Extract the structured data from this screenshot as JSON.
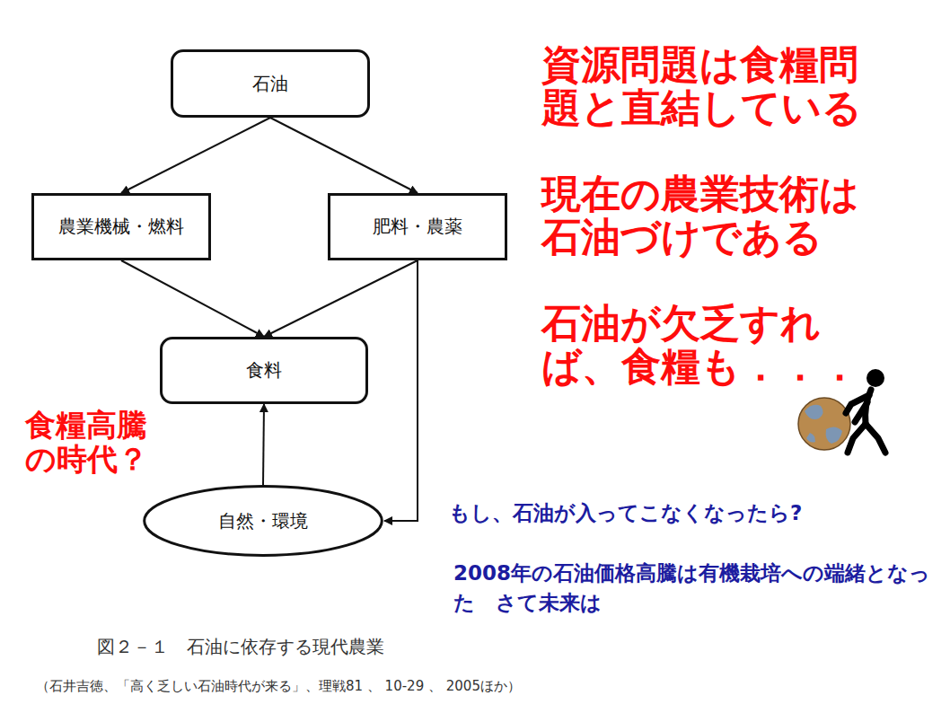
{
  "diagram": {
    "caption": "図２－１　石油に依存する現代農業",
    "nodes": [
      {
        "text": [
          "石油"
        ]
      },
      {
        "text": [
          "農業機械・燃料"
        ]
      },
      {
        "text": [
          "肥料・農薬"
        ]
      },
      {
        "text": [
          "食料"
        ]
      },
      {
        "text": [
          "自然・環境"
        ]
      }
    ],
    "edges": [
      {
        "from": 0,
        "to": 1,
        "arrow": "to"
      },
      {
        "from": 0,
        "to": 2,
        "arrow": "to"
      },
      {
        "from": 1,
        "to": 3,
        "arrow": "to"
      },
      {
        "from": 2,
        "to": 3,
        "arrow": "to"
      },
      {
        "from": 2,
        "to": 4,
        "arrow": "to"
      },
      {
        "from": 4,
        "to": 3,
        "arrow": "to"
      }
    ],
    "labels": [
      "資源問題は食糧問題と直結している",
      "現在の農業技術は石油づけである",
      "石油が欠乏すれば、食糧も．．．",
      "食糧高騰の時代？",
      "もし、石油が入ってこなくなったら?",
      "2008年の石油価格高騰は有機栽培への端緒となった　さて未来は",
      "（石井吉徳、「高く乏しい石油時代が来る」、理戦81 、 10-29 、 2005ほか）"
    ]
  }
}
